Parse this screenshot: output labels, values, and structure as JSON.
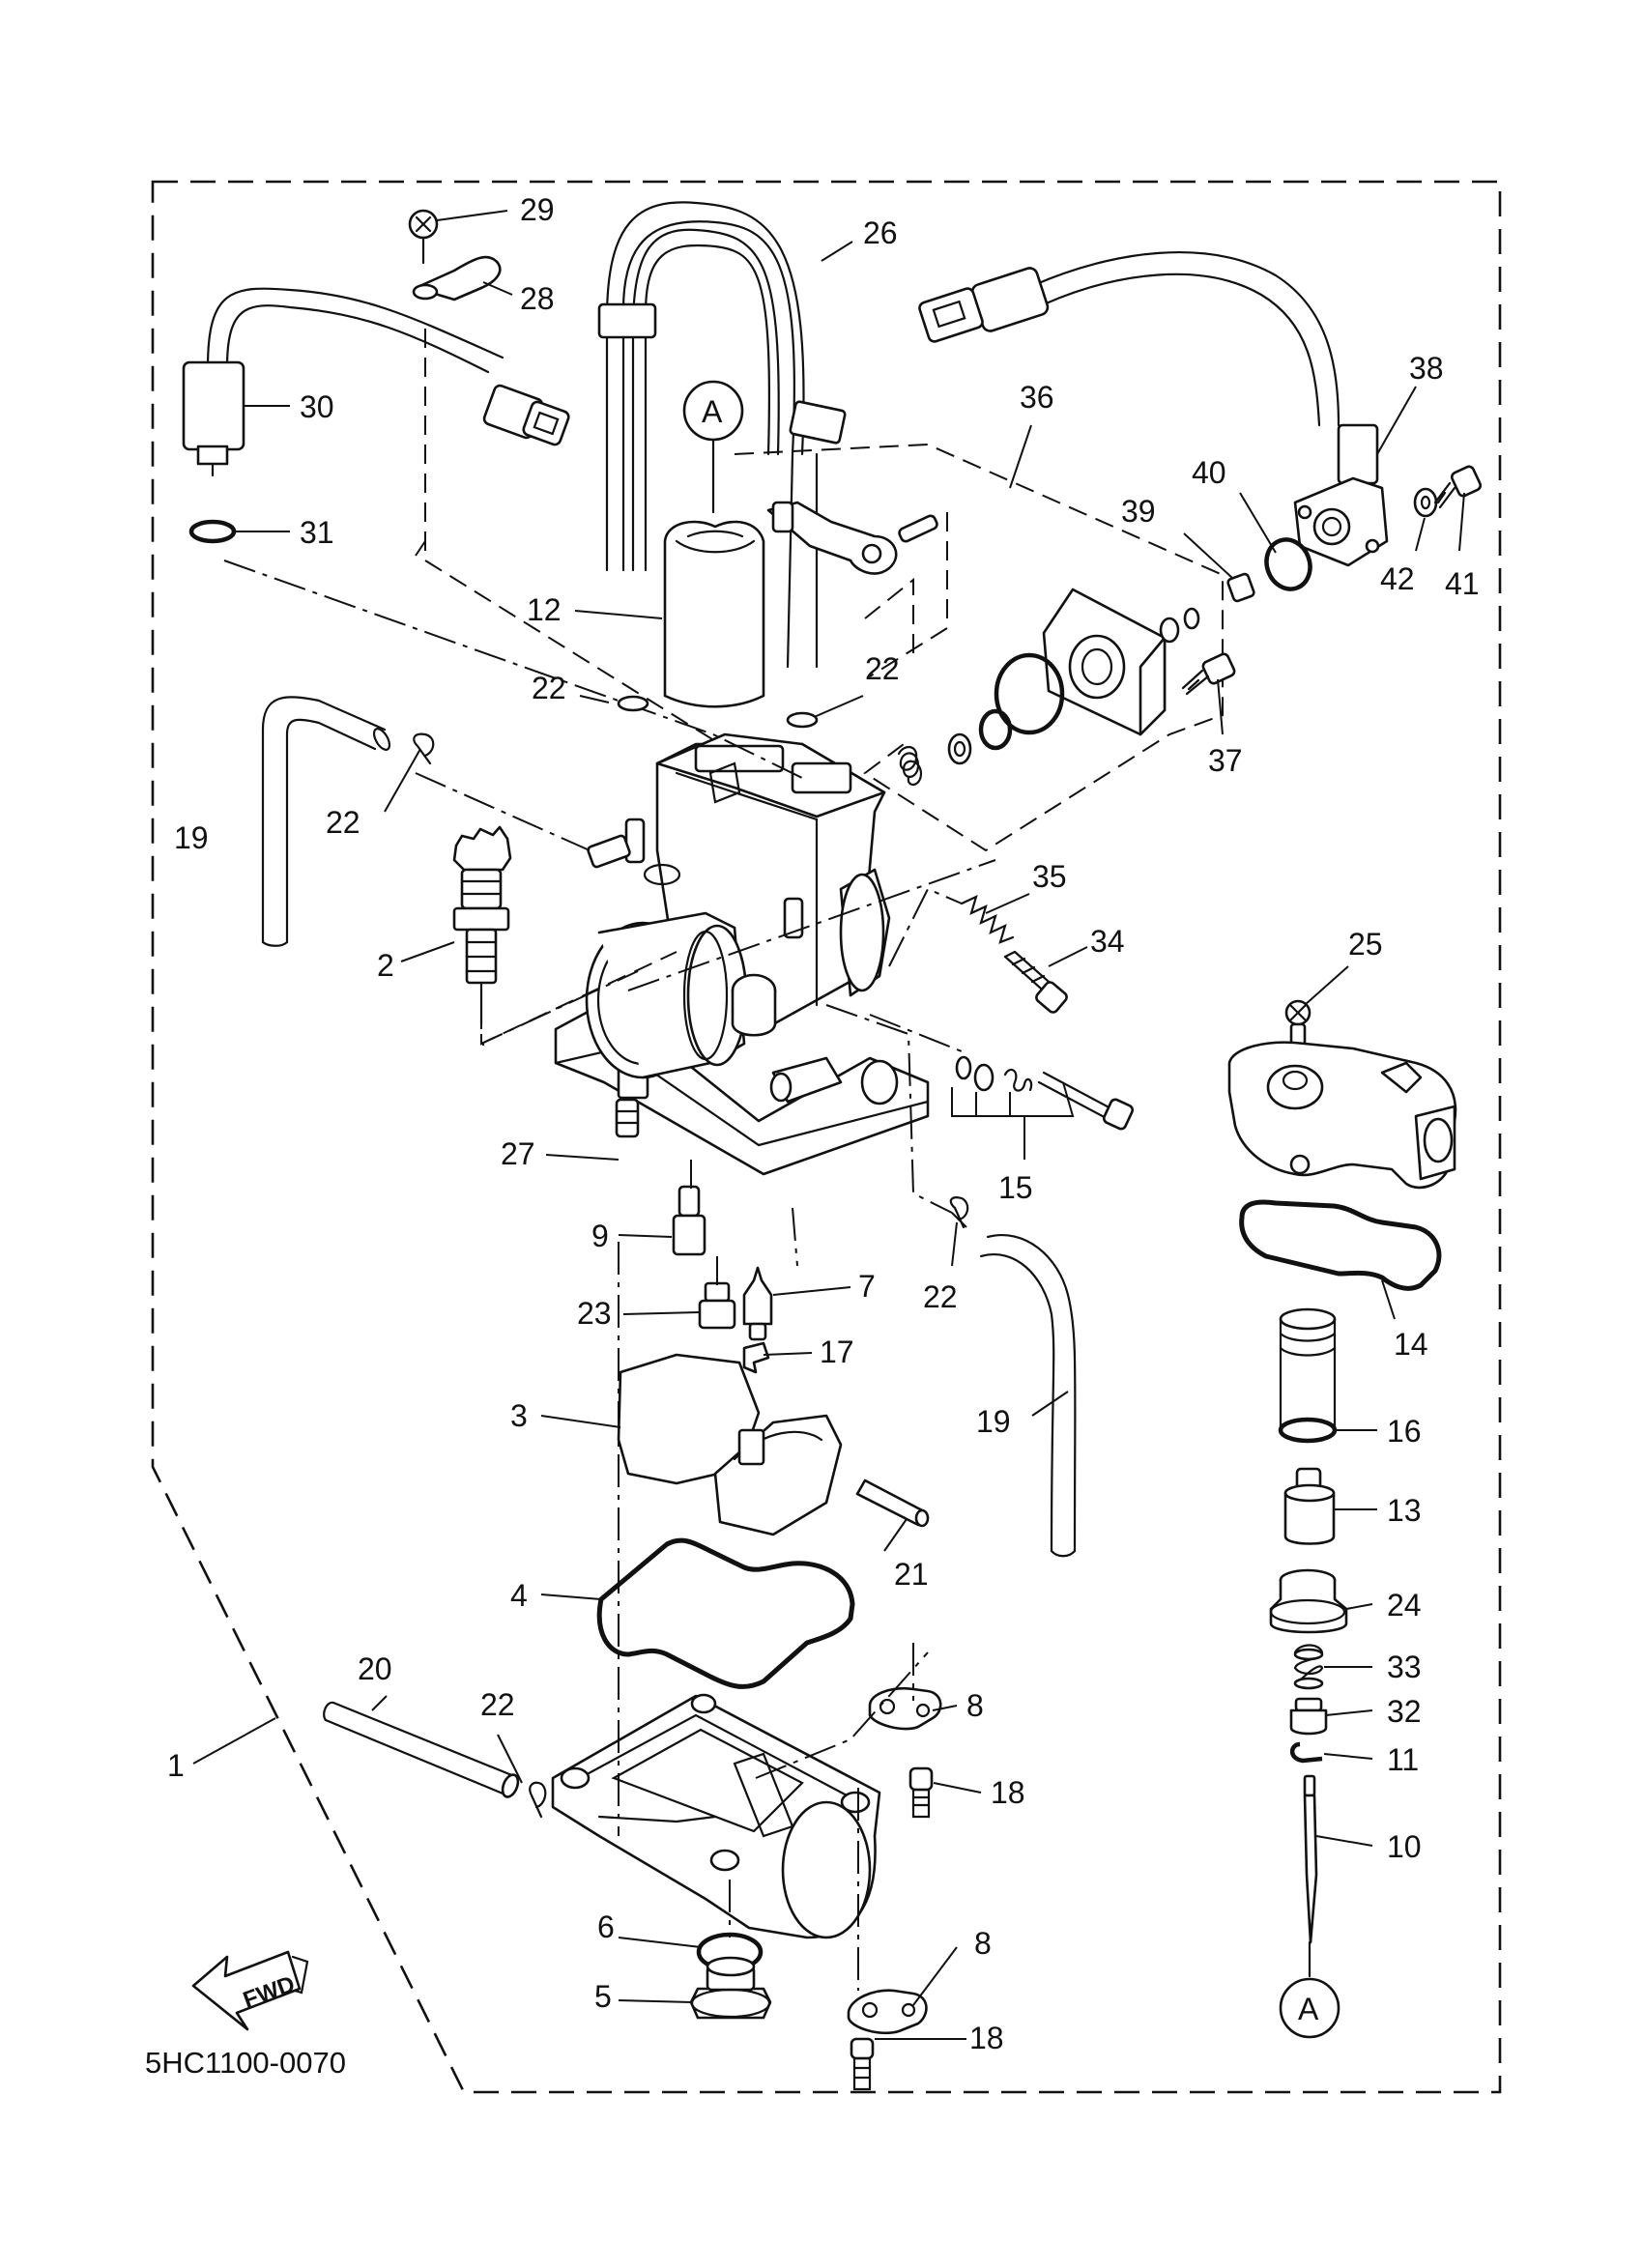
{
  "diagram": {
    "code": "5HC1100-0070",
    "fwd_label": "FWD",
    "ref_marker": "A",
    "callouts": {
      "p1": "1",
      "p2": "2",
      "p3": "3",
      "p4": "4",
      "p5": "5",
      "p6": "6",
      "p7": "7",
      "p8a": "8",
      "p8b": "8",
      "p9": "9",
      "p10": "10",
      "p11": "11",
      "p12": "12",
      "p13": "13",
      "p14": "14",
      "p15": "15",
      "p16": "16",
      "p17": "17",
      "p18a": "18",
      "p18b": "18",
      "p19a": "19",
      "p19b": "19",
      "p20": "20",
      "p21": "21",
      "p22a": "22",
      "p22b": "22",
      "p22c": "22",
      "p22d": "22",
      "p22e": "22",
      "p23": "23",
      "p24": "24",
      "p25": "25",
      "p26": "26",
      "p27": "27",
      "p28": "28",
      "p29": "29",
      "p30": "30",
      "p31": "31",
      "p32": "32",
      "p33": "33",
      "p34": "34",
      "p35": "35",
      "p36": "36",
      "p37": "37",
      "p38": "38",
      "p39": "39",
      "p40": "40",
      "p41": "41",
      "p42": "42"
    }
  }
}
